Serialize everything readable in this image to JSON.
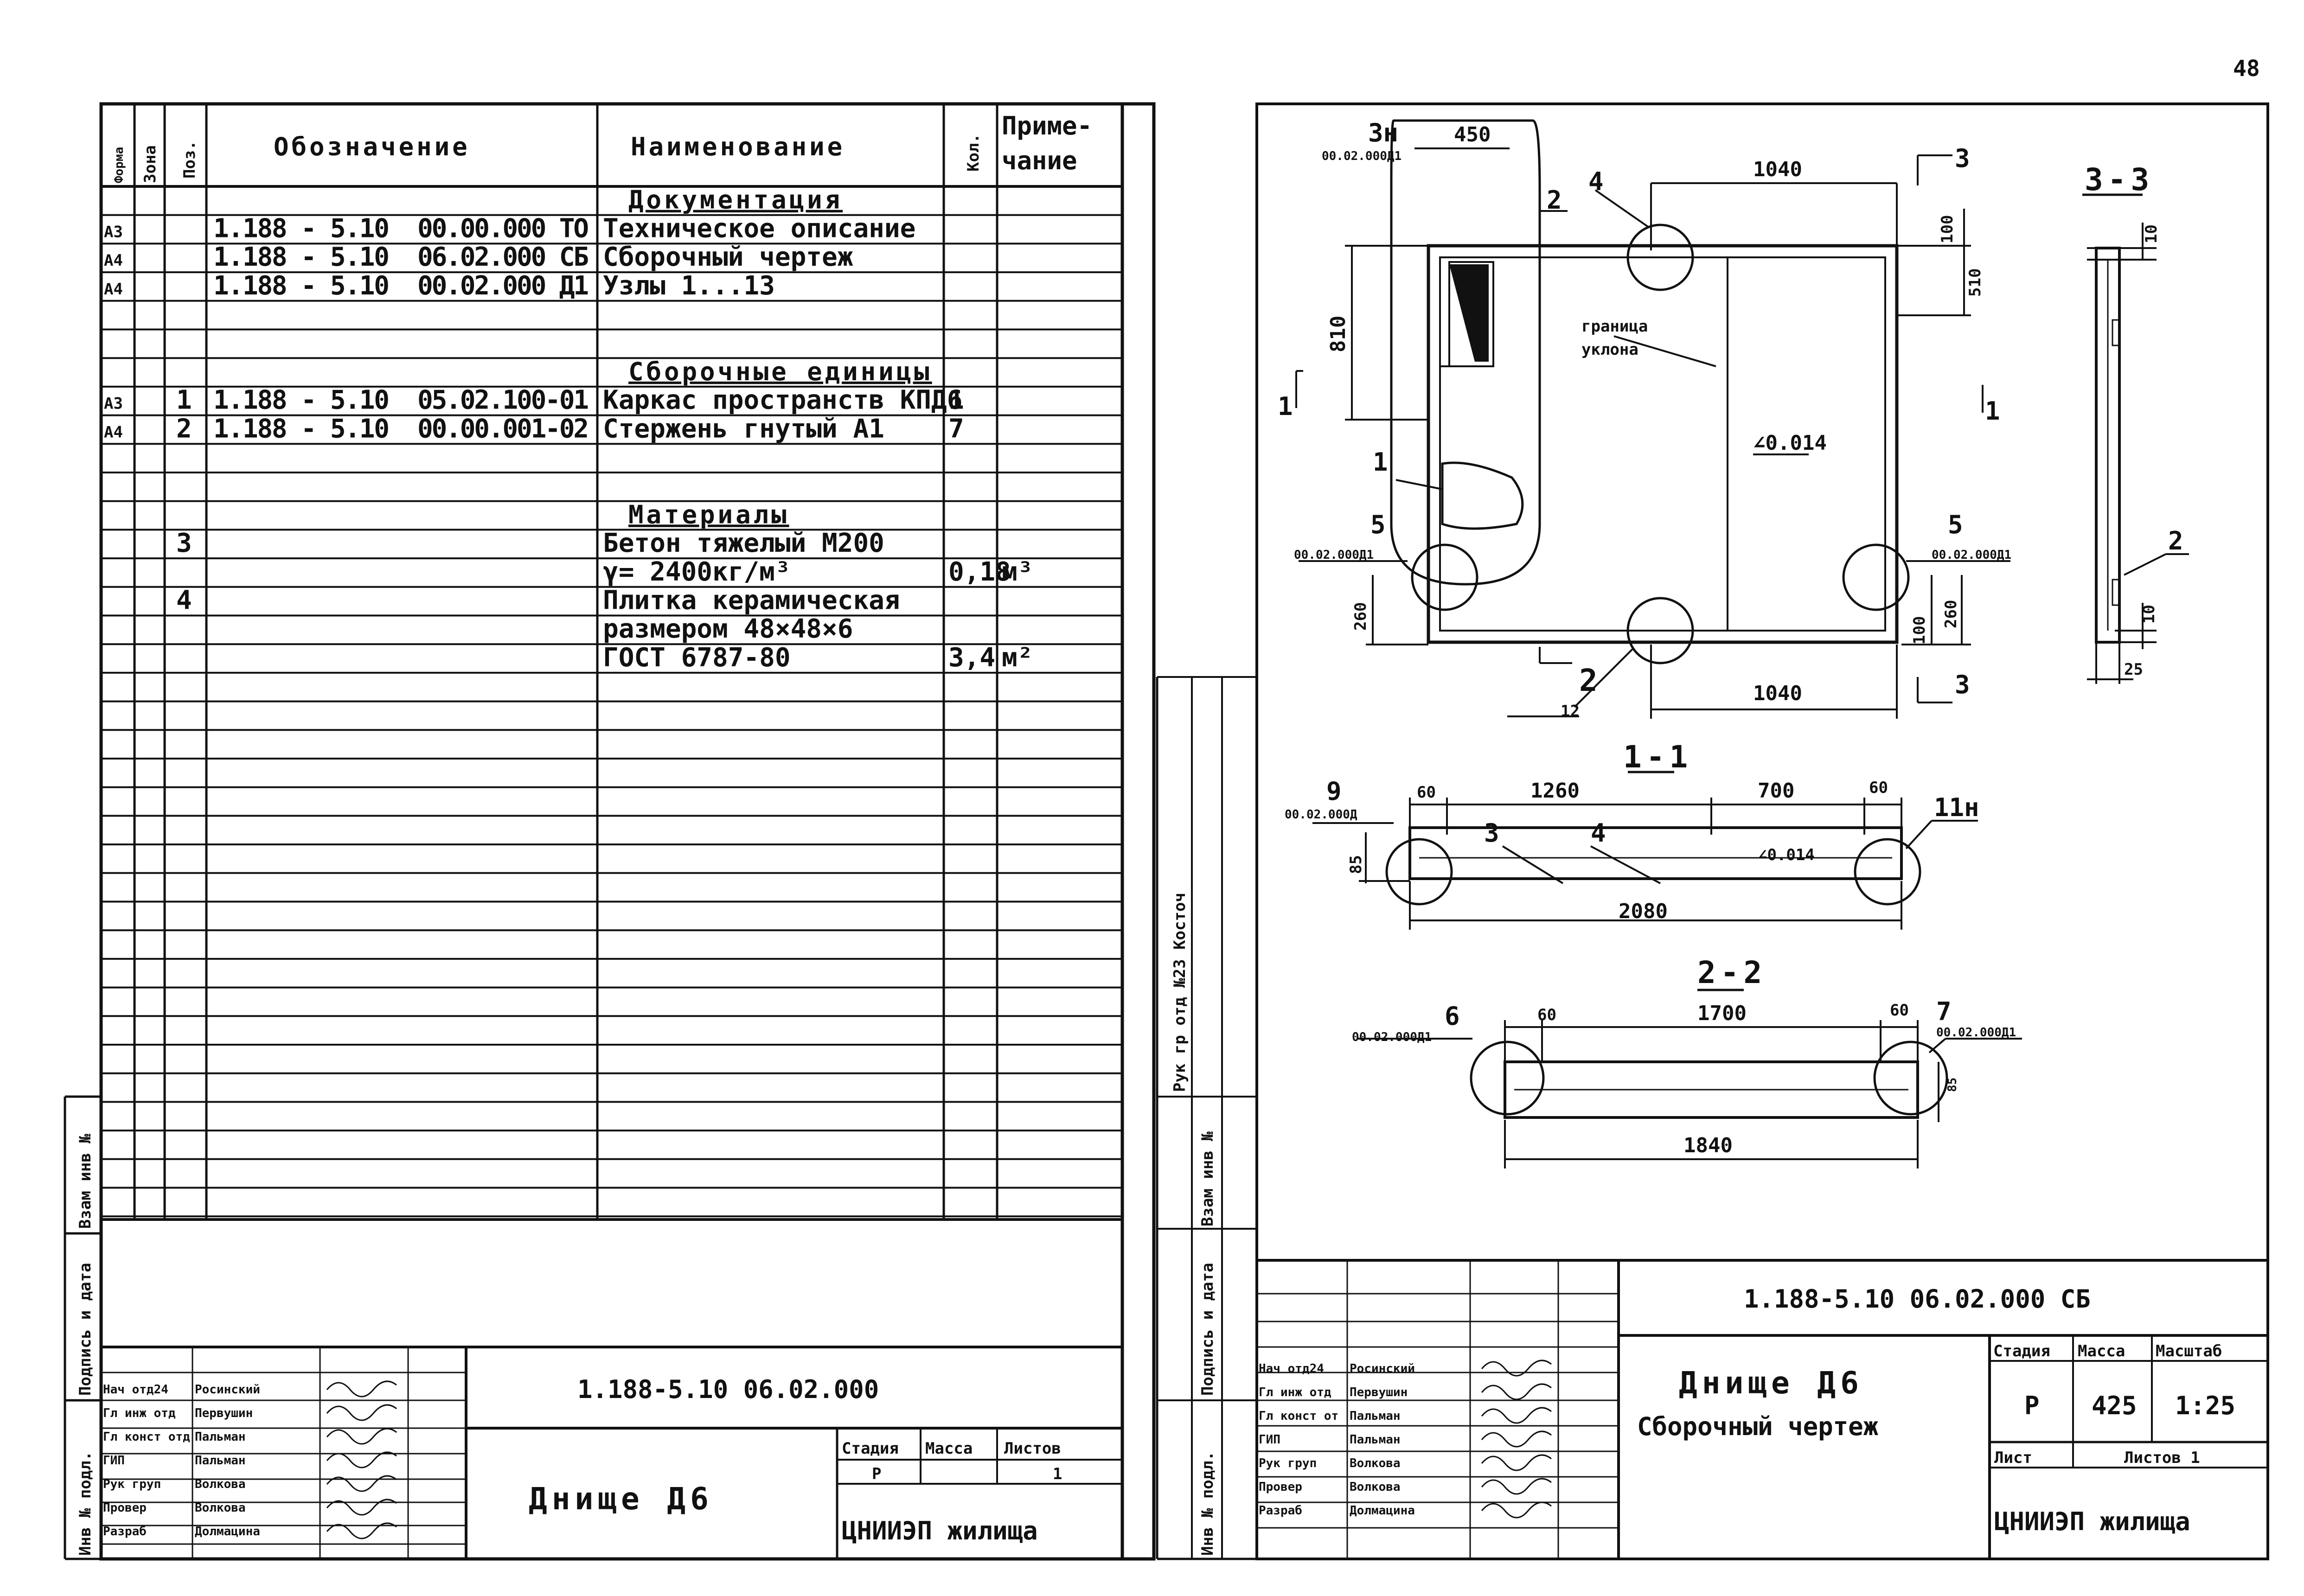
{
  "page_number": "48",
  "spec": {
    "headers": {
      "format": "Форма",
      "zone": "Зона",
      "pos": "Поз.",
      "designation": "Обозначение",
      "name": "Наименование",
      "qty": "Кол.",
      "note1": "Приме-",
      "note2": "чание"
    },
    "rows": [
      {
        "fmt": "",
        "pos": "",
        "d1": "",
        "d2": "",
        "name": "Документация",
        "qty": "",
        "note": "",
        "section": true
      },
      {
        "fmt": "А3",
        "pos": "",
        "d1": "1.188 - 5.10",
        "d2": "00.00.000 ТО",
        "name": "Техническое описание",
        "qty": "",
        "note": ""
      },
      {
        "fmt": "А4",
        "pos": "",
        "d1": "1.188 - 5.10",
        "d2": "06.02.000 СБ",
        "name": "Сборочный чертеж",
        "qty": "",
        "note": ""
      },
      {
        "fmt": "А4",
        "pos": "",
        "d1": "1.188 - 5.10",
        "d2": "00.02.000 Д1",
        "name": "Узлы 1...13",
        "qty": "",
        "note": ""
      },
      {
        "fmt": "",
        "pos": "",
        "d1": "",
        "d2": "",
        "name": "",
        "qty": "",
        "note": ""
      },
      {
        "fmt": "",
        "pos": "",
        "d1": "",
        "d2": "",
        "name": "",
        "qty": "",
        "note": ""
      },
      {
        "fmt": "",
        "pos": "",
        "d1": "",
        "d2": "",
        "name": "Сборочные единицы",
        "qty": "",
        "note": "",
        "section": true
      },
      {
        "fmt": "А3",
        "pos": "1",
        "d1": "1.188 - 5.10",
        "d2": "05.02.100-01",
        "name": "Каркас пространств КПД6",
        "qty": "1",
        "note": ""
      },
      {
        "fmt": "А4",
        "pos": "2",
        "d1": "1.188 - 5.10",
        "d2": "00.00.001-02",
        "name": "Стержень гнутый А1",
        "qty": "7",
        "note": ""
      },
      {
        "fmt": "",
        "pos": "",
        "d1": "",
        "d2": "",
        "name": "",
        "qty": "",
        "note": ""
      },
      {
        "fmt": "",
        "pos": "",
        "d1": "",
        "d2": "",
        "name": "",
        "qty": "",
        "note": ""
      },
      {
        "fmt": "",
        "pos": "",
        "d1": "",
        "d2": "",
        "name": "Материалы",
        "qty": "",
        "note": "",
        "section": true
      },
      {
        "fmt": "",
        "pos": "3",
        "d1": "",
        "d2": "",
        "name": "Бетон тяжелый М200",
        "qty": "",
        "note": ""
      },
      {
        "fmt": "",
        "pos": "",
        "d1": "",
        "d2": "",
        "name": "γ= 2400кг/м³",
        "qty": "0,18",
        "note": "м³"
      },
      {
        "fmt": "",
        "pos": "4",
        "d1": "",
        "d2": "",
        "name": "Плитка керамическая",
        "qty": "",
        "note": ""
      },
      {
        "fmt": "",
        "pos": "",
        "d1": "",
        "d2": "",
        "name": "размером 48×48×6",
        "qty": "",
        "note": ""
      },
      {
        "fmt": "",
        "pos": "",
        "d1": "",
        "d2": "",
        "name": "ГОСТ 6787-80",
        "qty": "3,4",
        "note": "м²"
      }
    ]
  },
  "side_labels": {
    "inv_orig": "Инв № подл.",
    "sign_date": "Подпись и дата",
    "vzam": "Взам инв №",
    "ruk": "Рук гр отд №23 Косточ"
  },
  "stamp_left": {
    "code": "1.188-5.10      06.02.000",
    "title": "Днище Д6",
    "stage_h": "Стадия",
    "mass_h": "Масса",
    "sheets_h": "Листов",
    "stage": "Р",
    "sheets": "1",
    "org": "ЦНИИЭП жилища",
    "people": [
      {
        "role": "Нач отд24",
        "name": "Росинский"
      },
      {
        "role": "Гл инж отд",
        "name": "Первушин"
      },
      {
        "role": "Гл конст отд",
        "name": "Пальман"
      },
      {
        "role": "ГИП",
        "name": "Пальман"
      },
      {
        "role": "Рук груп",
        "name": "Волкова"
      },
      {
        "role": "Провер",
        "name": "Волкова"
      },
      {
        "role": "Разраб",
        "name": "Долмацина"
      }
    ]
  },
  "stamp_right": {
    "code": "1.188-5.10      06.02.000 СБ",
    "title": "Днище Д6",
    "subtitle": "Сборочный чертеж",
    "stage_h": "Стадия",
    "mass_h": "Масса",
    "scale_h": "Масштаб",
    "stage": "Р",
    "mass": "425",
    "scale": "1:25",
    "sheet_h": "Лист",
    "sheets_h": "Листов 1",
    "org": "ЦНИИЭП жилища",
    "people": [
      {
        "role": "Нач отд24",
        "name": "Росинский"
      },
      {
        "role": "Гл инж отд",
        "name": "Первушин"
      },
      {
        "role": "Гл конст от",
        "name": "Пальман"
      },
      {
        "role": "ГИП",
        "name": "Пальман"
      },
      {
        "role": "Рук груп",
        "name": "Волкова"
      },
      {
        "role": "Провер",
        "name": "Волкова"
      },
      {
        "role": "Разраб",
        "name": "Долмацина"
      }
    ]
  },
  "drawing": {
    "plan_labels": {
      "n3h": "3н",
      "ref_3h": "00.02.000Д1",
      "d450": "450",
      "d1040_top": "1040",
      "d100a": "100",
      "d510": "510",
      "d810": "810",
      "d260a": "260",
      "d100b": "100",
      "d260b": "260",
      "d1040_bot": "1040",
      "slope_border_1": "граница",
      "slope_border_2": "уклона",
      "slope": "∠0.014",
      "l1": "1",
      "l2": "2",
      "l4": "4",
      "l5a": "5",
      "ref5a": "00.02.000Д1",
      "l5b": "5",
      "ref5b": "00.02.000Д1",
      "l12": "12",
      "sec1_left": "1",
      "sec1_right": "1",
      "sec2_top": "2",
      "sec2_bot": "2",
      "sec3_top": "3",
      "sec3_bot": "3"
    },
    "section11": {
      "title": "1-1",
      "l9": "9",
      "ref9": "00.02.000Д",
      "d60a": "60",
      "d1260": "1260",
      "d700": "700",
      "d60b": "60",
      "l11h": "11н",
      "l3": "3",
      "l4": "4",
      "slope": "∠0.014",
      "d85": "85",
      "d2080": "2080"
    },
    "section22": {
      "title": "2-2",
      "l6": "6",
      "ref6": "00.02.000Д1",
      "d60a": "60",
      "d1700": "1700",
      "d60b": "60",
      "l7": "7",
      "ref7": "00.02.000Д1",
      "d85": "85",
      "d1840": "1840"
    },
    "section33": {
      "title": "3-3",
      "d10a": "10",
      "l2": "2",
      "d10b": "10",
      "d25": "25"
    }
  }
}
